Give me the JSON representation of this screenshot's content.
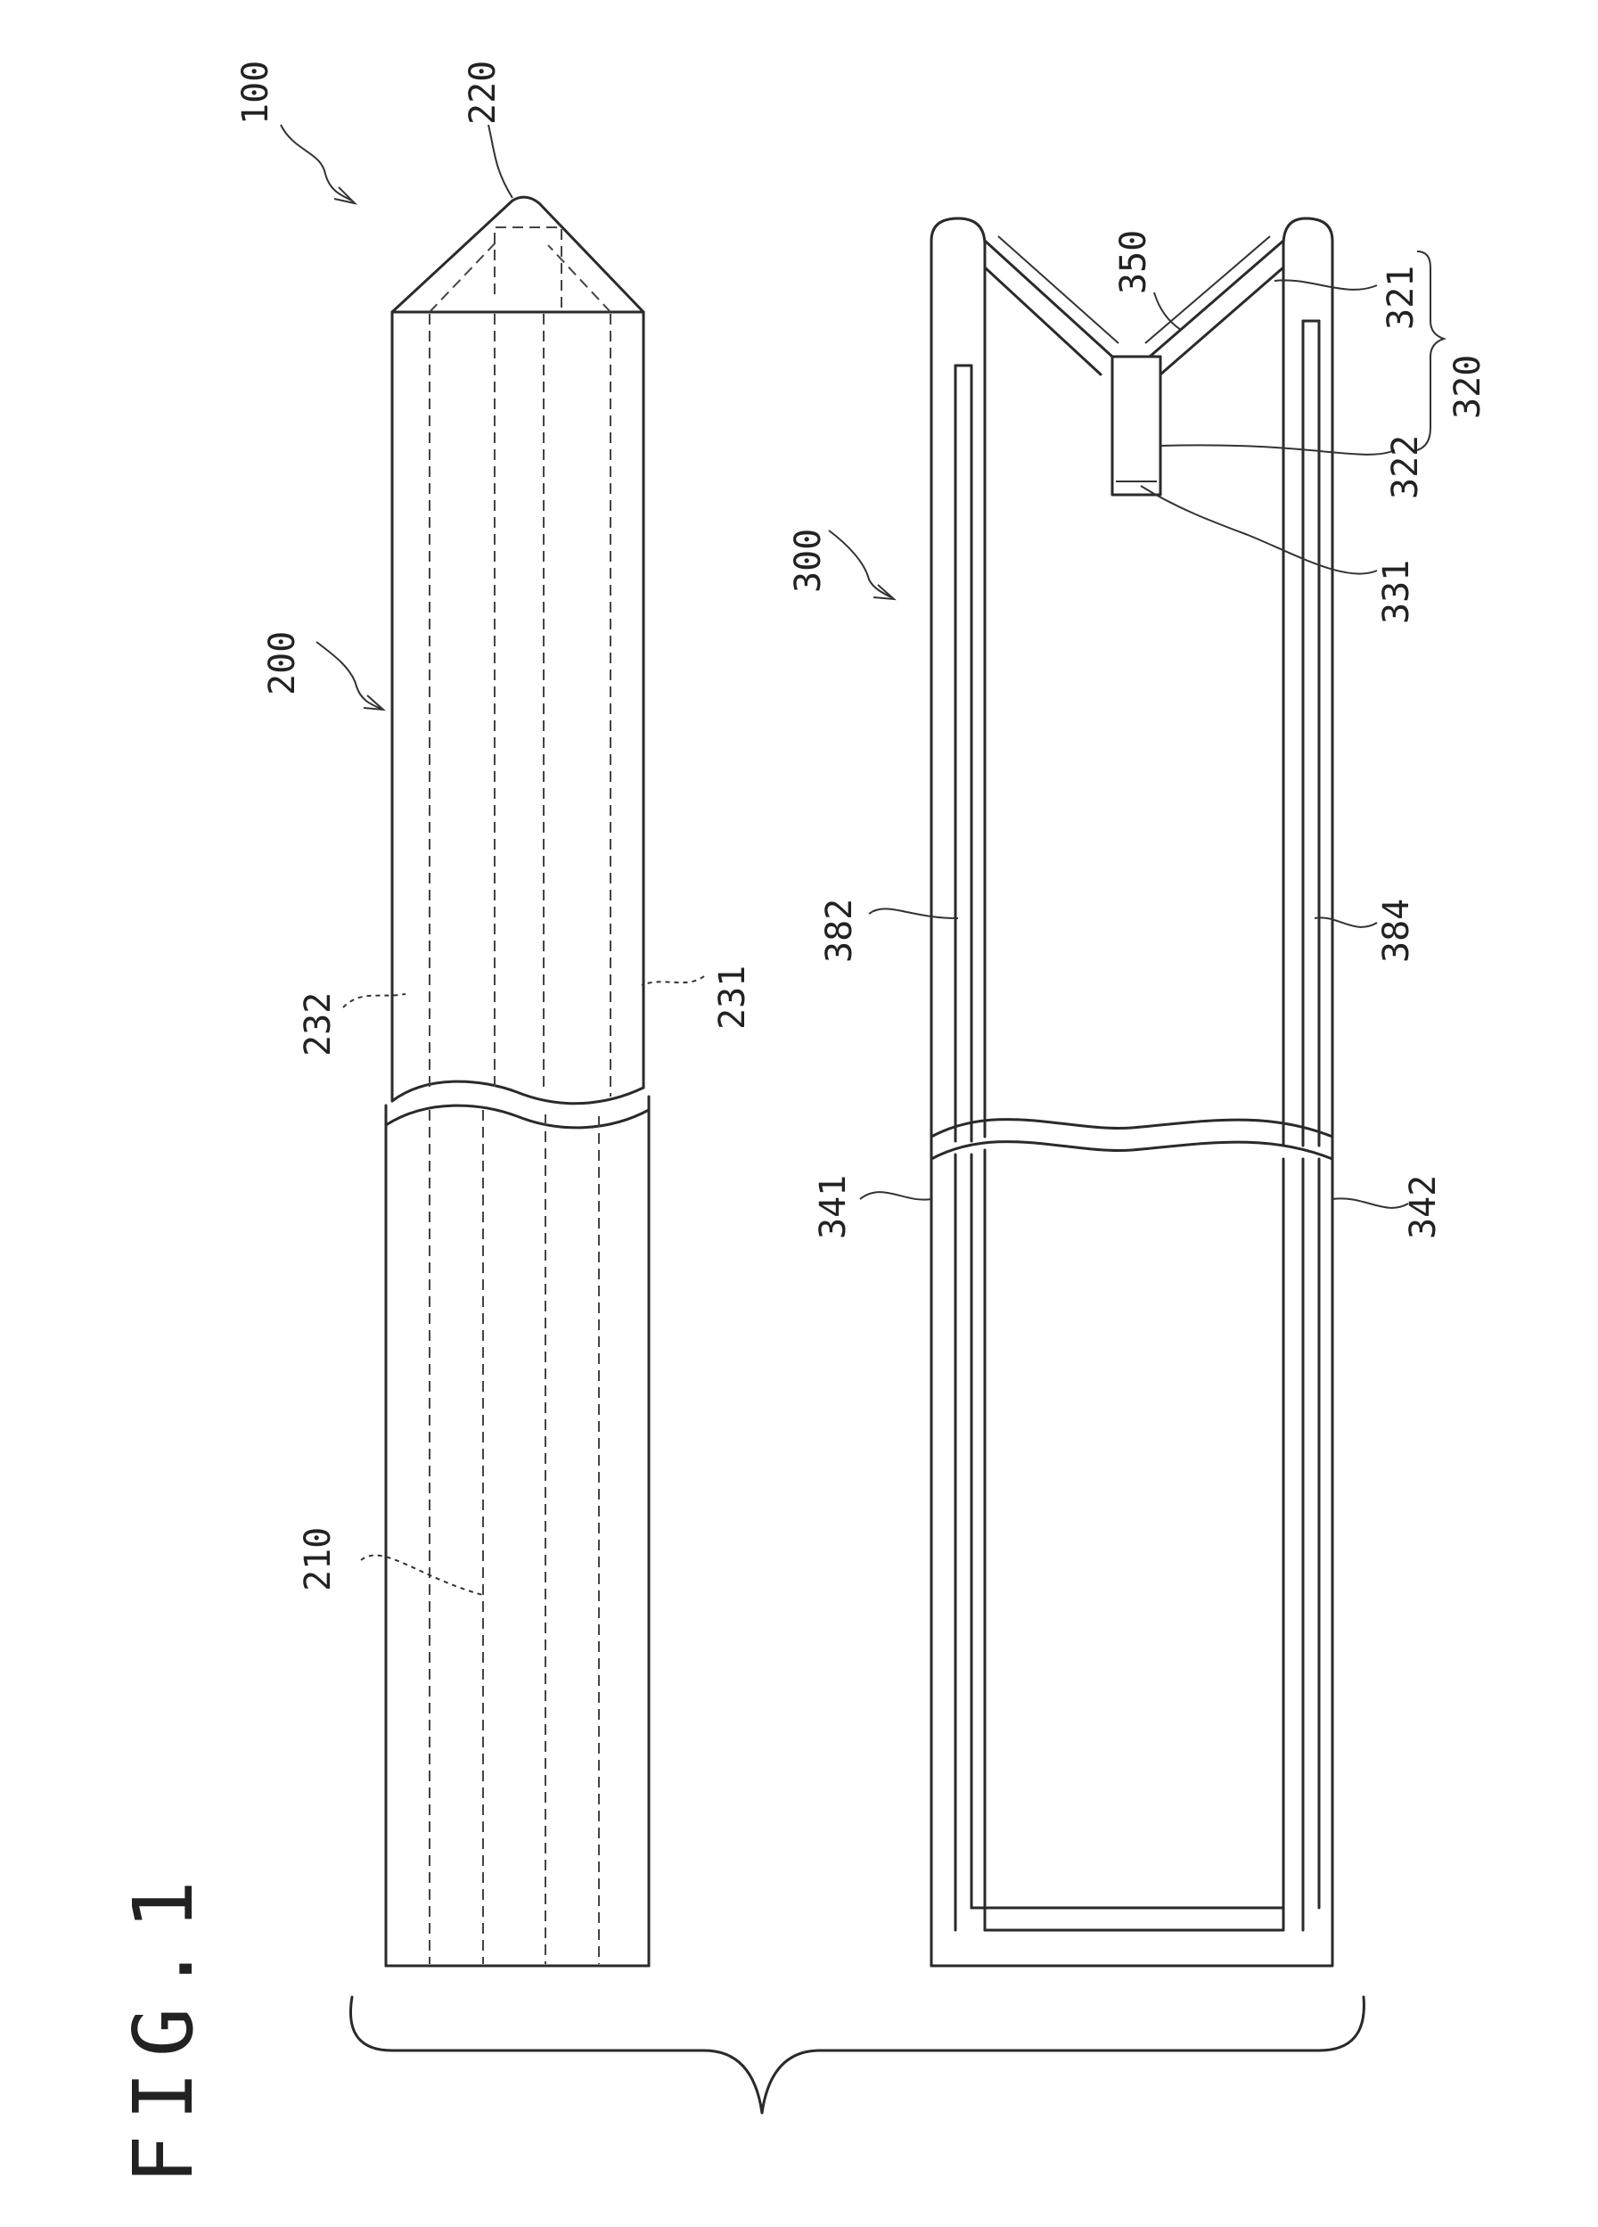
{
  "figure_title": "FIG.1",
  "labels": {
    "l100": "100",
    "l200": "200",
    "l210": "210",
    "l220": "220",
    "l231": "231",
    "l232": "232",
    "l300": "300",
    "l320": "320",
    "l321": "321",
    "l322": "322",
    "l331": "331",
    "l341": "341",
    "l342": "342",
    "l350": "350",
    "l382": "382",
    "l384": "384"
  }
}
